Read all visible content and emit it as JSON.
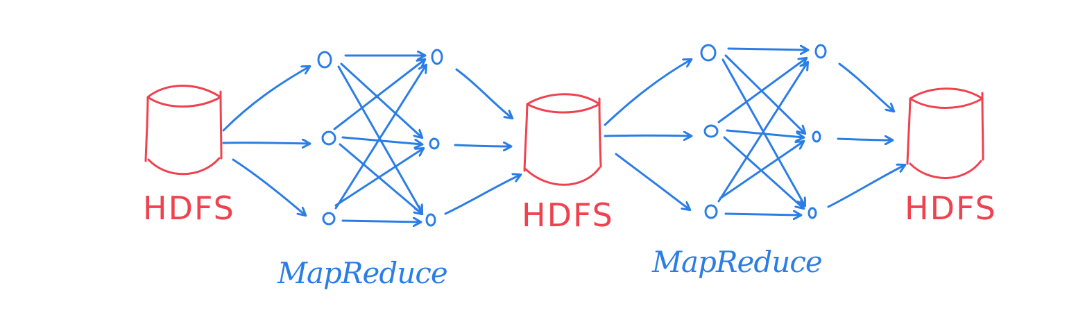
{
  "colors": {
    "storage": "#f0414f",
    "flow": "#2b7de6",
    "background": "#ffffff"
  },
  "storage_nodes": [
    {
      "id": "hdfs-1",
      "label": "HDFS"
    },
    {
      "id": "hdfs-2",
      "label": "HDFS"
    },
    {
      "id": "hdfs-3",
      "label": "HDFS"
    }
  ],
  "stages": [
    {
      "id": "stage-1",
      "label": "MapReduce",
      "map_tasks": 3,
      "reduce_tasks": 3
    },
    {
      "id": "stage-2",
      "label": "MapReduce",
      "map_tasks": 3,
      "reduce_tasks": 3
    }
  ]
}
